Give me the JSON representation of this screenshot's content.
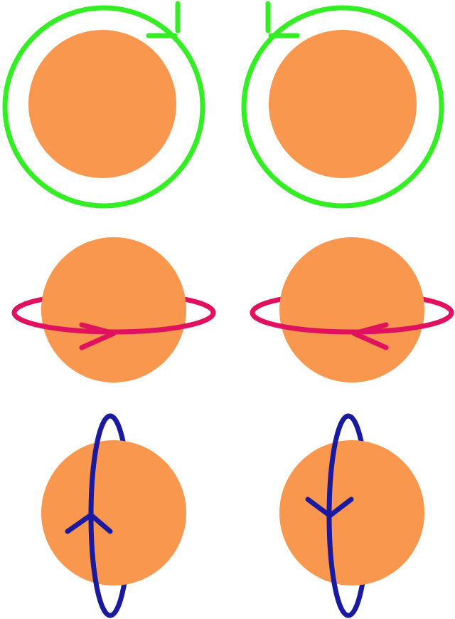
{
  "colors": {
    "background": "#ffffff",
    "sphere": "#f9974f",
    "axis_rotation": "#33ee22",
    "equatorial_rotation": "#e0115f",
    "polar_rotation": "#1a1aa0"
  },
  "rows": [
    {
      "name": "axial-view",
      "items": [
        {
          "name": "clockwise",
          "direction": "clockwise"
        },
        {
          "name": "counterclockwise",
          "direction": "counterclockwise"
        }
      ]
    },
    {
      "name": "equatorial-view",
      "items": [
        {
          "name": "rightward",
          "direction": "rightward"
        },
        {
          "name": "leftward",
          "direction": "leftward"
        }
      ]
    },
    {
      "name": "polar-view",
      "items": [
        {
          "name": "upward",
          "direction": "upward"
        },
        {
          "name": "downward",
          "direction": "downward"
        }
      ]
    }
  ]
}
